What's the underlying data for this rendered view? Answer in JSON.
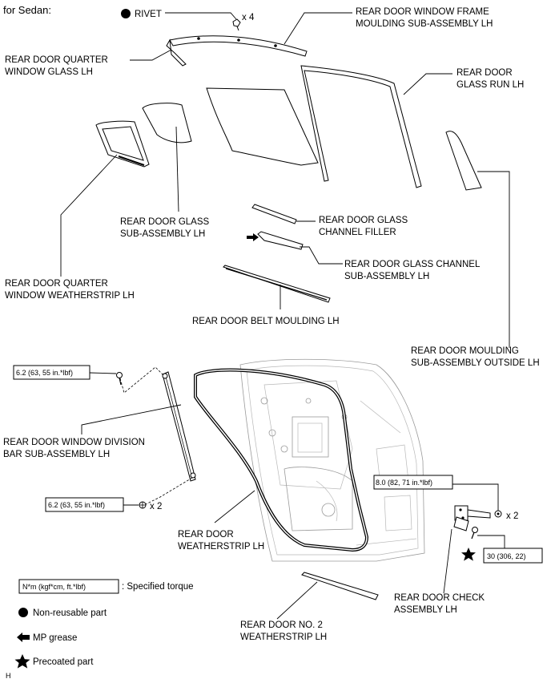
{
  "heading": "for Sedan:",
  "labels": {
    "rivet": "RIVET",
    "rivet_qty": "x 4",
    "frame_moulding_1": "REAR DOOR WINDOW FRAME",
    "frame_moulding_2": "MOULDING SUB-ASSEMBLY LH",
    "quarter_glass_1": "REAR DOOR QUARTER",
    "quarter_glass_2": "WINDOW GLASS LH",
    "glass_run_1": "REAR DOOR",
    "glass_run_2": "GLASS RUN LH",
    "glass_sub_1": "REAR DOOR GLASS",
    "glass_sub_2": "SUB-ASSEMBLY LH",
    "channel_filler_1": "REAR DOOR GLASS",
    "channel_filler_2": "CHANNEL FILLER",
    "channel_sub_1": "REAR DOOR GLASS CHANNEL",
    "channel_sub_2": "SUB-ASSEMBLY LH",
    "quarter_ws_1": "REAR DOOR QUARTER",
    "quarter_ws_2": "WINDOW WEATHERSTRIP LH",
    "belt_moulding": "REAR DOOR BELT MOULDING LH",
    "outside_moulding_1": "REAR DOOR MOULDING",
    "outside_moulding_2": "SUB-ASSEMBLY OUTSIDE LH",
    "division_bar_1": "REAR DOOR WINDOW DIVISION",
    "division_bar_2": "BAR SUB-ASSEMBLY LH",
    "weatherstrip_1": "REAR DOOR",
    "weatherstrip_2": "WEATHERSTRIP LH",
    "check_1": "REAR DOOR CHECK",
    "check_2": "ASSEMBLY LH",
    "no2_ws_1": "REAR DOOR NO. 2",
    "no2_ws_2": "WEATHERSTRIP LH"
  },
  "torques": {
    "upper": "6.2 (63, 55 in.*lbf)",
    "lower": "6.2 (63, 55 in.*lbf)",
    "lower_qty": "x 2",
    "check_bolt": "8.0 (82, 71 in.*lbf)",
    "check_qty": "x 2",
    "precoat": "30 (306, 22)"
  },
  "legend": {
    "torque_box": "N*m (kgf*cm, ft.*lbf)",
    "torque_desc": ": Specified torque",
    "non_reusable": "Non-reusable part",
    "mp_grease": "MP grease",
    "precoated": "Precoated part"
  },
  "corner_mark": "H"
}
